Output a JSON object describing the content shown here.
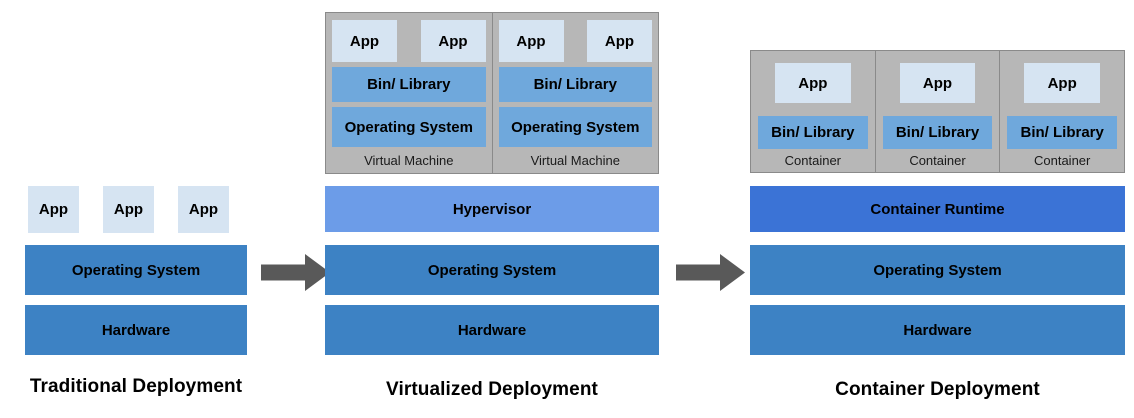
{
  "diagram": {
    "columns": {
      "traditional": {
        "title": "Traditional Deployment",
        "apps": [
          "App",
          "App",
          "App"
        ],
        "layers": {
          "os": "Operating System",
          "hardware": "Hardware"
        }
      },
      "virtualized": {
        "title": "Virtualized Deployment",
        "vms": [
          {
            "label": "Virtual Machine",
            "apps": [
              "App",
              "App"
            ],
            "bin_library": "Bin/ Library",
            "os": "Operating System"
          },
          {
            "label": "Virtual Machine",
            "apps": [
              "App",
              "App"
            ],
            "bin_library": "Bin/ Library",
            "os": "Operating System"
          }
        ],
        "layers": {
          "hypervisor": "Hypervisor",
          "os": "Operating System",
          "hardware": "Hardware"
        }
      },
      "container": {
        "title": "Container Deployment",
        "containers": [
          {
            "label": "Container",
            "app": "App",
            "bin_library": "Bin/ Library"
          },
          {
            "label": "Container",
            "app": "App",
            "bin_library": "Bin/ Library"
          },
          {
            "label": "Container",
            "app": "App",
            "bin_library": "Bin/ Library"
          }
        ],
        "layers": {
          "runtime": "Container Runtime",
          "os": "Operating System",
          "hardware": "Hardware"
        }
      }
    },
    "icons": {
      "arrow_1": "right-arrow",
      "arrow_2": "right-arrow"
    },
    "colors": {
      "app_box": "#d6e4f2",
      "inner_blue": "#6fa8dc",
      "layer_blue": "#3d82c4",
      "hypervisor_blue": "#6c9ce8",
      "runtime_blue": "#3b73d6",
      "panel_gray": "#b7b7b7",
      "panel_border": "#8a8a8a",
      "arrow_gray": "#595959",
      "text": "#111111"
    }
  }
}
